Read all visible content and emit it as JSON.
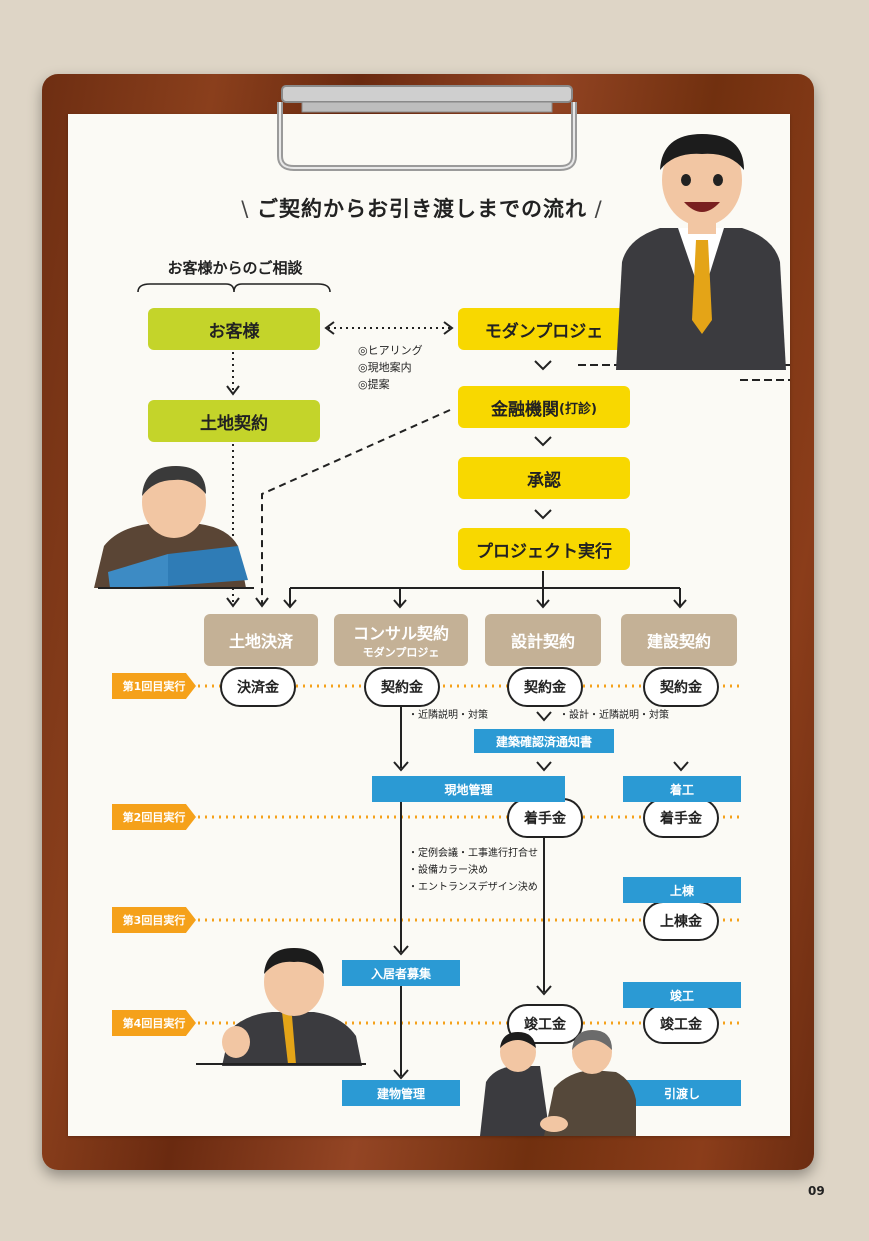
{
  "title": "ご契約からお引き渡しまでの流れ",
  "subtitle": "お客様からのご相談",
  "nodes": {
    "customer": "お客様",
    "land_contract": "土地契約",
    "modern_projet": "モダンプロジェ",
    "finance": "金融機関",
    "finance_note": "(打診)",
    "approval": "承認",
    "project_exec": "プロジェクト実行",
    "land_settle": "土地決済",
    "consul_contract": "コンサル契約",
    "consul_sub": "モダンプロジェ",
    "design_contract": "設計契約",
    "build_contract": "建設契約"
  },
  "hearing_notes": [
    "◎ヒアリング",
    "◎現地案内",
    "◎提案"
  ],
  "payments": {
    "settlement": "決済金",
    "contract1": "契約金",
    "contract2": "契約金",
    "contract3": "契約金",
    "start1": "着手金",
    "start2": "着手金",
    "frame": "上棟金",
    "complete1": "竣工金",
    "complete2": "竣工金"
  },
  "stages": [
    "第1回目実行",
    "第2回目実行",
    "第3回目実行",
    "第4回目実行"
  ],
  "notes": {
    "neighbors": "・近隣説明・対策",
    "design_neighbors": "・設計・近隣説明・対策",
    "meetings": [
      "・定例会議・工事進行打合せ",
      "・設備カラー決め",
      "・エントランスデザイン決め"
    ]
  },
  "steps": {
    "building_confirm": "建築確認済通知書",
    "site_mgmt": "現地管理",
    "groundbreak": "着工",
    "framing": "上棟",
    "tenant": "入居者募集",
    "completion": "竣工",
    "bldg_mgmt": "建物管理",
    "handover": "引渡し"
  },
  "page_number": "09",
  "colors": {
    "green": "#c4d42a",
    "yellow": "#f8d800",
    "tan": "#c4b196",
    "blue": "#2b9ad4",
    "orange": "#f5a11a"
  }
}
